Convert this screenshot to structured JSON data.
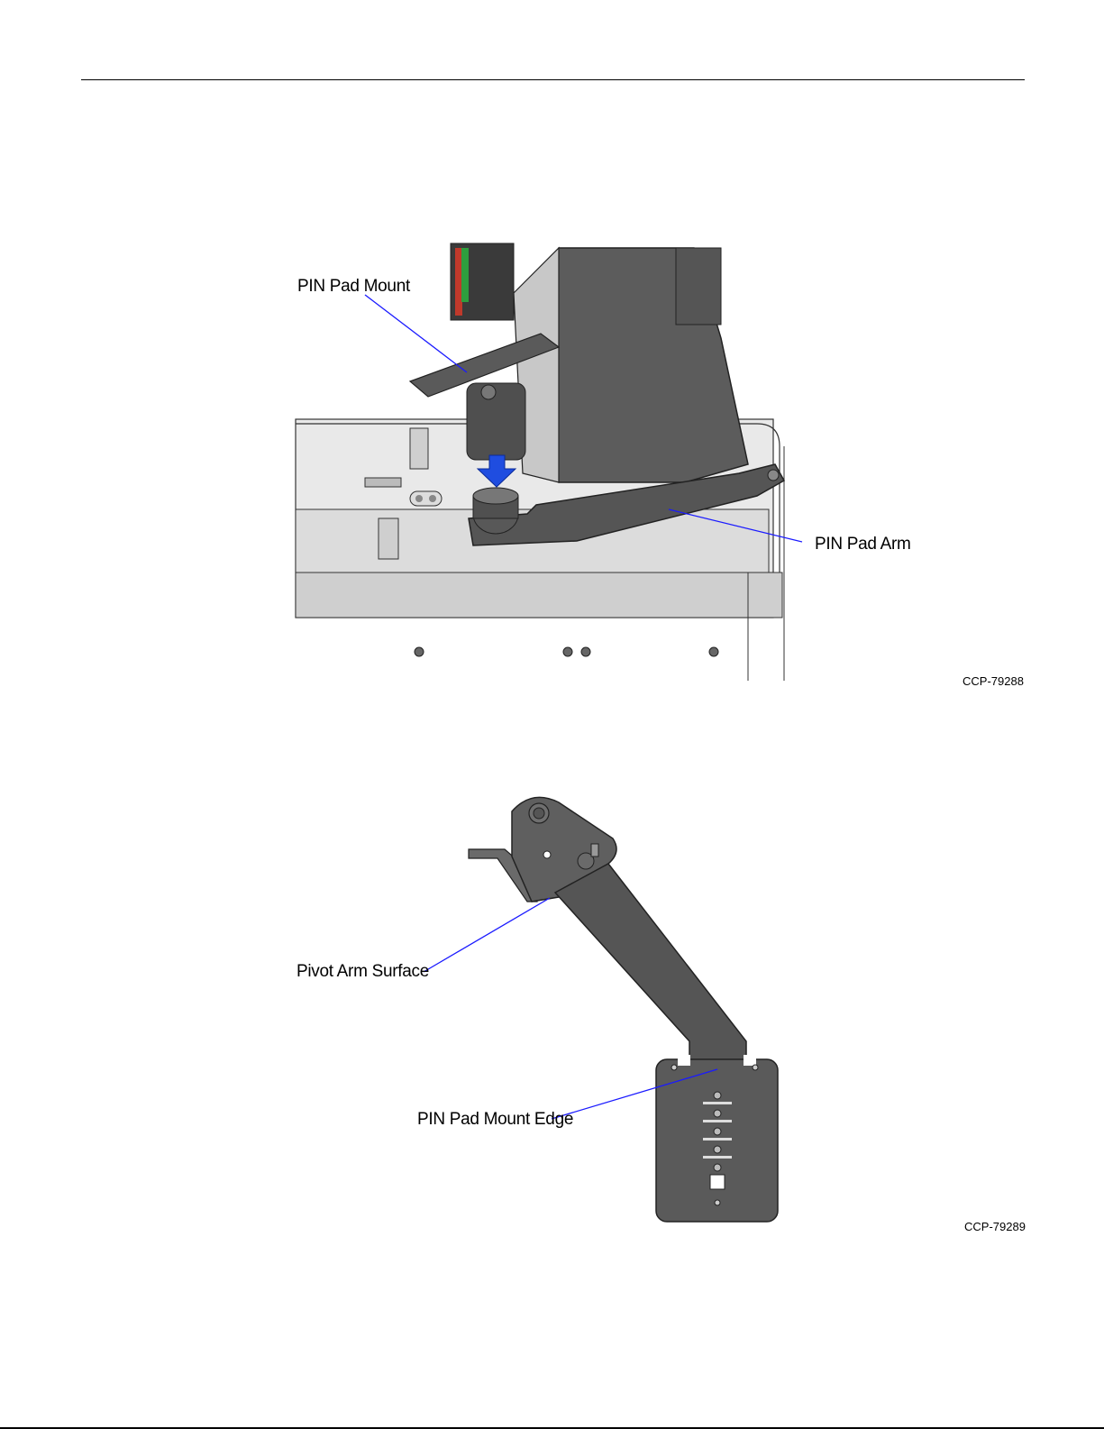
{
  "figure1": {
    "callouts": {
      "mount": "PIN Pad Mount",
      "arm": "PIN Pad Arm"
    },
    "figure_id": "CCP-79288"
  },
  "figure2": {
    "callouts": {
      "pivot": "Pivot Arm Surface",
      "edge": "PIN Pad Mount Edge"
    },
    "figure_id": "CCP-79289"
  },
  "colors": {
    "leader": "#1a1aff",
    "arrow": "#1f4de0",
    "part_dark": "#4a4a4a",
    "part_light": "#d8d8d8"
  }
}
